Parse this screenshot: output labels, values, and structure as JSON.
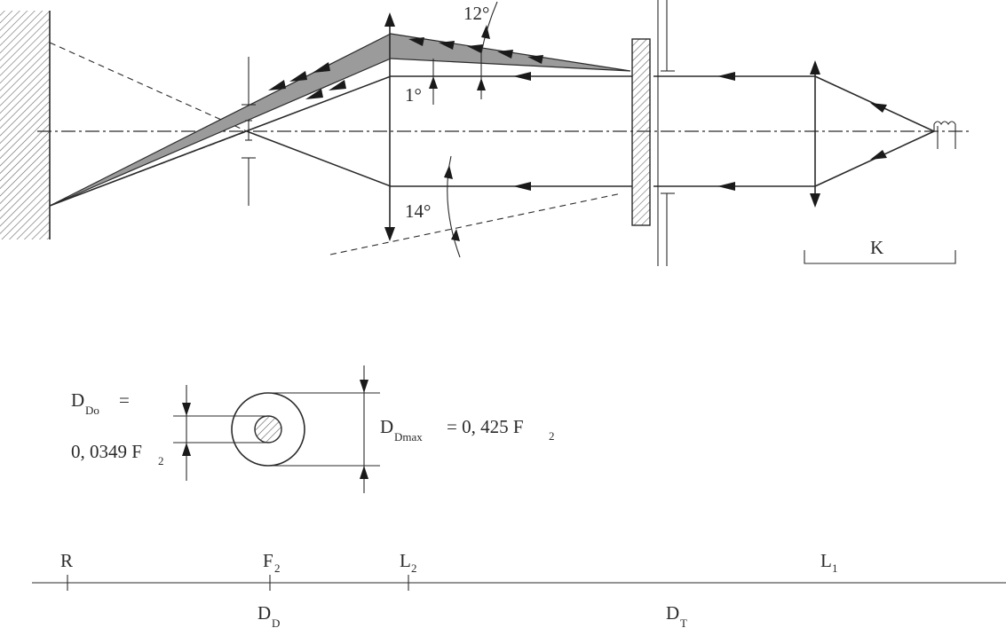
{
  "colors": {
    "stroke": "#2a2a2a",
    "shade": "#9b9b9b",
    "hatch": "#666666"
  },
  "labels": {
    "angle_12": "12°",
    "angle_1": "1°",
    "angle_14": "14°",
    "k": "K",
    "d_do_main": "D",
    "d_do_sub": "Do",
    "d_do_eq": "=",
    "d_do_value": "0, 0349  F",
    "d_do_value_sub": "2",
    "d_dmax_main": "D",
    "d_dmax_sub": "Dmax",
    "d_dmax_value": "= 0, 425  F",
    "d_dmax_value_sub": "2"
  },
  "scale": {
    "points": [
      {
        "main": "R",
        "sub": ""
      },
      {
        "main": "F",
        "sub": "2"
      },
      {
        "main": "L",
        "sub": "2"
      },
      {
        "main": "L",
        "sub": "1"
      }
    ],
    "below": [
      {
        "main": "D",
        "sub": "D"
      },
      {
        "main": "D",
        "sub": "T"
      }
    ]
  }
}
